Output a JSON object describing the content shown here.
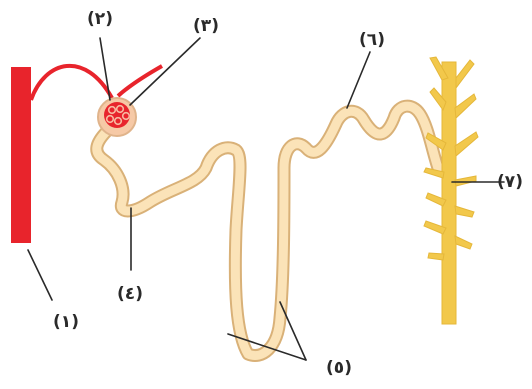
{
  "labels": {
    "l1": "(١)",
    "l2": "(٢)",
    "l3": "(٣)",
    "l4": "(٤)",
    "l5": "(٥)",
    "l6": "(٦)",
    "l7": "(٧)"
  },
  "colors": {
    "blood_vessel": "#e8242c",
    "capsule_fill": "#f6c9a6",
    "tubule_outline": "#d9b178",
    "tubule_fill": "#fbe3b8",
    "collecting_duct": "#f2c84b",
    "label_text": "#2a2a2a"
  }
}
